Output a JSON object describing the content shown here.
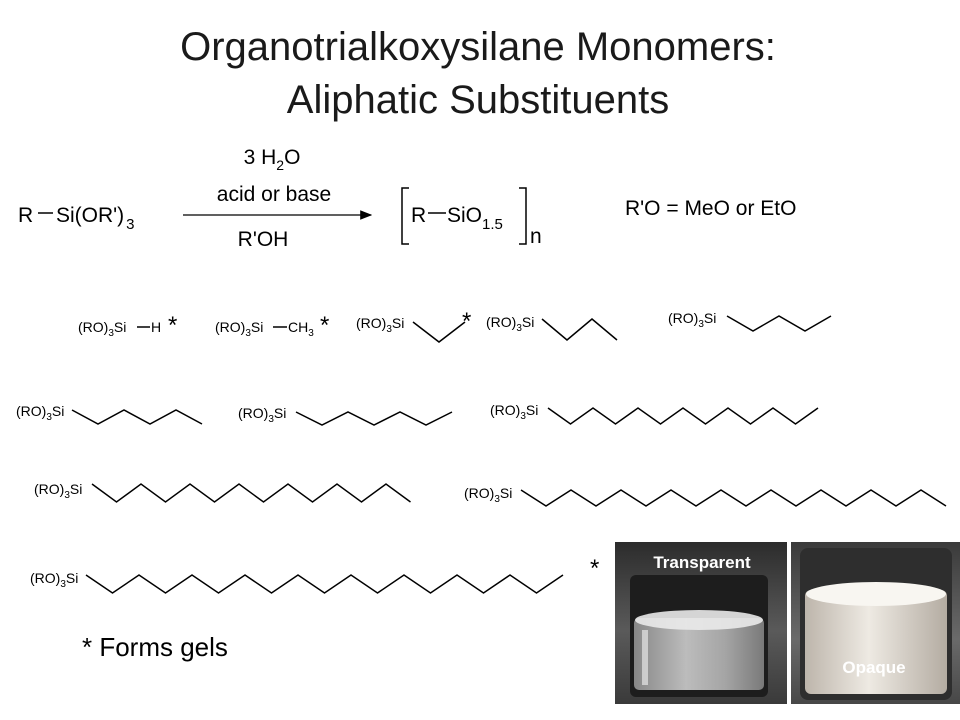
{
  "title": {
    "line1": "Organotrialkoxysilane Monomers:",
    "line2": "Aliphatic Substituents"
  },
  "reaction": {
    "reactant_main": "R",
    "reactant_group": "Si(OR')",
    "reactant_sub": "3",
    "above_arrow_1_main": "3 H",
    "above_arrow_1_sub": "2",
    "above_arrow_1_tail": "O",
    "above_arrow_2": "acid or base",
    "below_arrow": "R'OH",
    "product_main": "R",
    "product_group": "SiO",
    "product_sub": "1.5",
    "product_n": "n",
    "definition": "R'O = MeO or  EtO"
  },
  "monomers": {
    "ro_prefix": "(RO)",
    "ro_sub": "3",
    "si": "Si",
    "h": "H",
    "ch": "CH",
    "ch_sub": "3",
    "star": "*"
  },
  "footnote": "* Forms gels",
  "photos": {
    "left_label": "Transparent",
    "right_label": "Opaque"
  }
}
